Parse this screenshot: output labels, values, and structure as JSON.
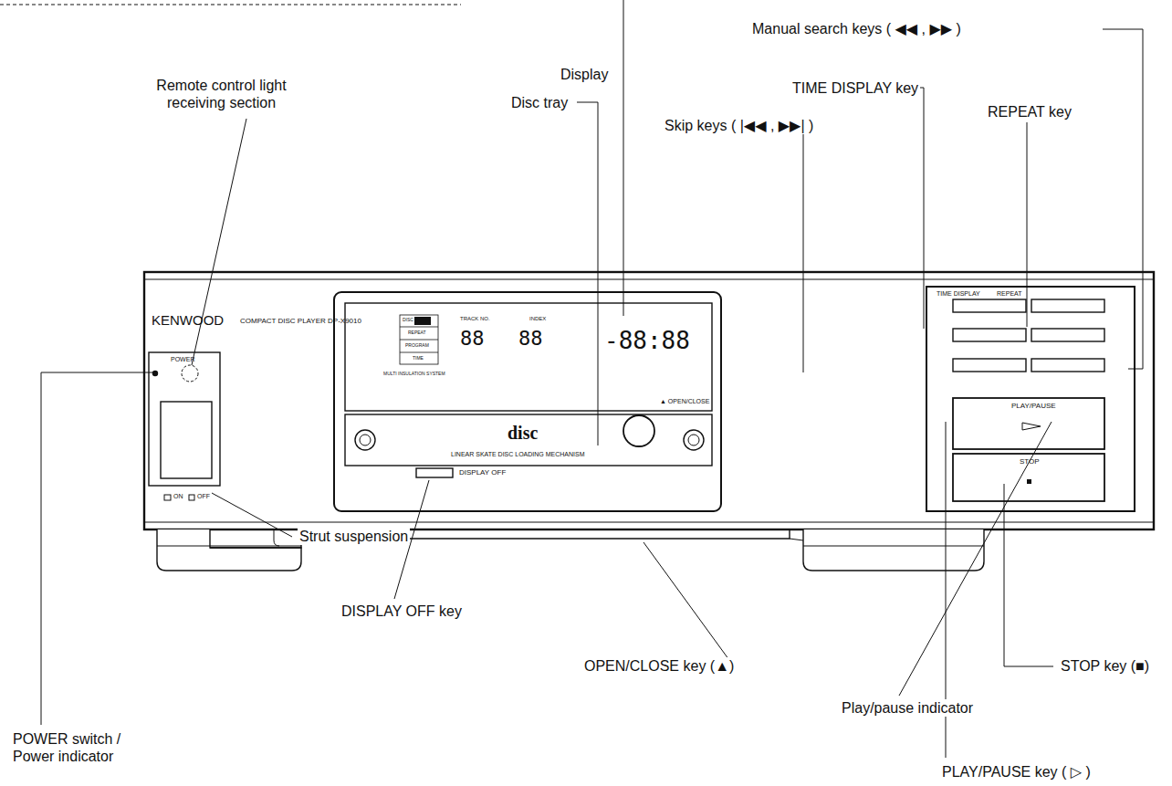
{
  "diagram": {
    "labels": [
      "Display",
      "Manual search keys ( ◀◀ , ▶▶ )",
      "TIME DISPLAY key",
      "REPEAT key",
      "Skip keys ( |◀◀ , ▶▶| )",
      "Disc tray",
      "Remote control light receiving section",
      "Strut suspension",
      "DISPLAY OFF key",
      "OPEN/CLOSE key (▲)",
      "STOP key (■)",
      "POWER switch / Power indicator",
      "Play/pause indicator",
      "PLAY/PAUSE key ( ▷ )",
      "KENWOOD",
      "COMPACT DISC PLAYER DP-X9010",
      "POWER",
      "ON",
      "OFF",
      "DISPLAY OFF",
      "▲ OPEN/CLOSE",
      "TIME DISPLAY",
      "REPEAT",
      "PLAY/PAUSE",
      "STOP",
      "LINEAR SKATE DISC LOADING MECHANISM",
      "disc",
      "TRACK NO.",
      "INDEX",
      "88",
      "88",
      "-88:88",
      "DISC",
      "REPEAT",
      "PROGRAM",
      "TIME",
      "MULTI INSULATION SYSTEM"
    ]
  }
}
